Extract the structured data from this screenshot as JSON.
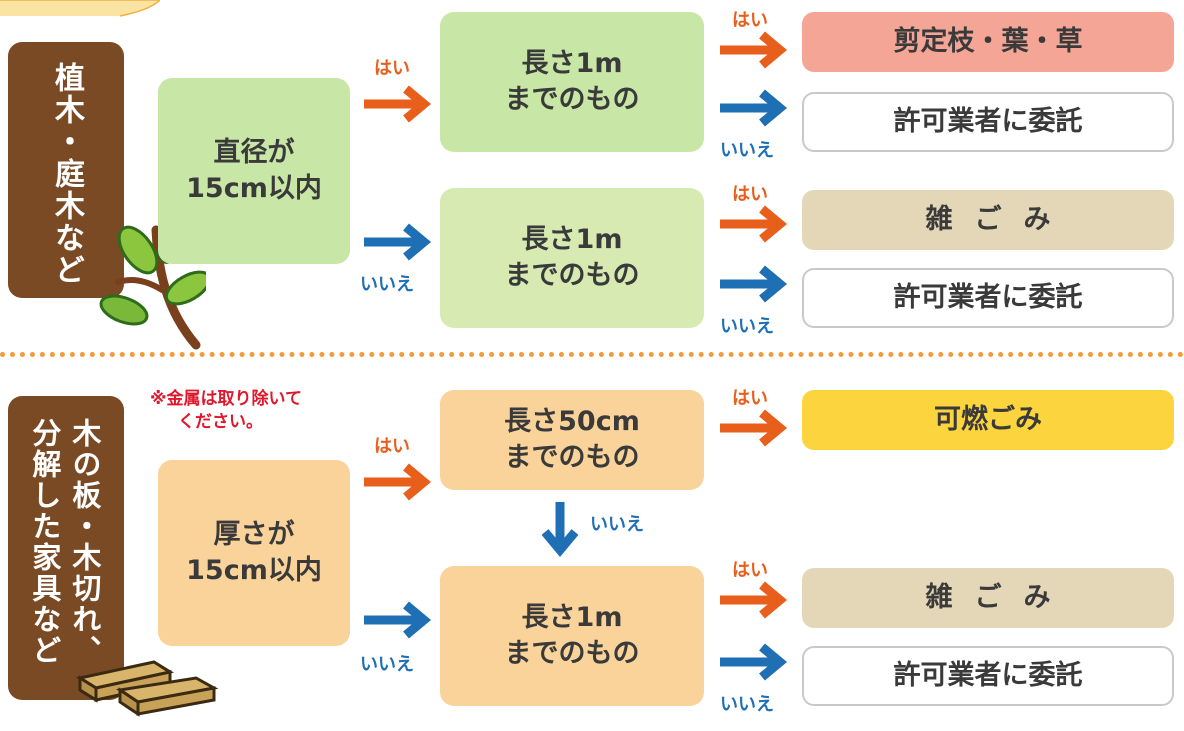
{
  "section1": {
    "category": "植木・庭木など",
    "condition": [
      "直径が",
      "15cm以内"
    ],
    "q1": [
      "長さ1m",
      "までのもの"
    ],
    "q2": [
      "長さ1m",
      "までのもの"
    ],
    "res1": "剪定枝・葉・草",
    "res2": "許可業者に委託",
    "res3": "雑ごみ",
    "res4": "許可業者に委託"
  },
  "section2": {
    "category_col1": "木の板・木切れ、",
    "category_col2": "分解した家具など",
    "note": [
      "※金属は取り除いて",
      "ください。"
    ],
    "condition": [
      "厚さが",
      "15cm以内"
    ],
    "q1": [
      "長さ50cm",
      "までのもの"
    ],
    "q2": [
      "長さ1m",
      "までのもの"
    ],
    "res1": "可燃ごみ",
    "res2": "雑ごみ",
    "res3": "許可業者に委託"
  },
  "labels": {
    "yes": "はい",
    "no": "いいえ"
  },
  "colors": {
    "category": "#7a4a24",
    "yes_arrow": "#e85e1b",
    "no_arrow": "#1f6fb5",
    "section1_condition": "#c8e6a5",
    "section1_question": "#d6eab2",
    "section2_box": "#f9d39a",
    "pruning_result": "#f4a596",
    "misc_result": "#e3d7b7",
    "burnable_result": "#fbd43e",
    "divider": "#f39a3a"
  },
  "icons": [
    "leaf-branch-icon",
    "wood-planks-icon"
  ]
}
